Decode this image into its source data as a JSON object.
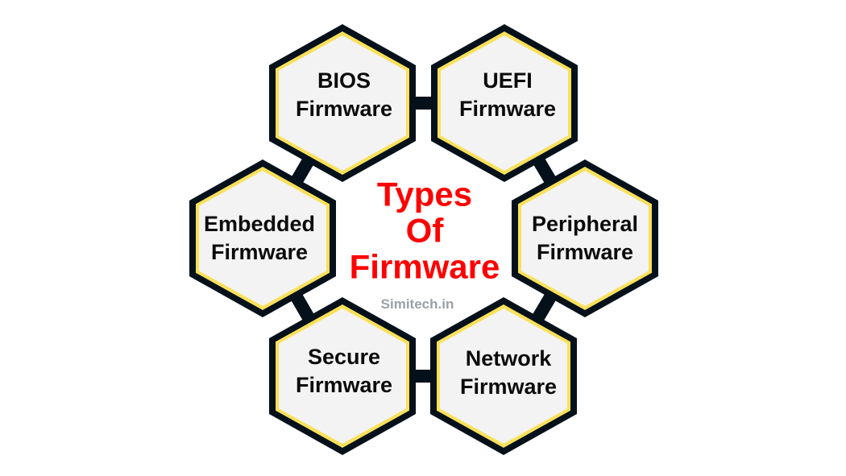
{
  "title": {
    "line1": "Types",
    "line2": "Of",
    "line3": "Firmware"
  },
  "watermark": "Simitech.in",
  "nodes": [
    {
      "id": "bios",
      "line1": "BIOS",
      "line2": "Firmware"
    },
    {
      "id": "uefi",
      "line1": "UEFI",
      "line2": "Firmware"
    },
    {
      "id": "peripheral",
      "line1": "Peripheral",
      "line2": "Firmware"
    },
    {
      "id": "network",
      "line1": "Network",
      "line2": "Firmware"
    },
    {
      "id": "secure",
      "line1": "Secure",
      "line2": "Firmware"
    },
    {
      "id": "embedded",
      "line1": "Embedded",
      "line2": "Firmware"
    }
  ],
  "colors": {
    "outline": "#05111a",
    "inner_border": "#f9e05a",
    "fill": "#f3f3f3",
    "title": "#ff0000",
    "watermark": "#9aa0a6"
  }
}
